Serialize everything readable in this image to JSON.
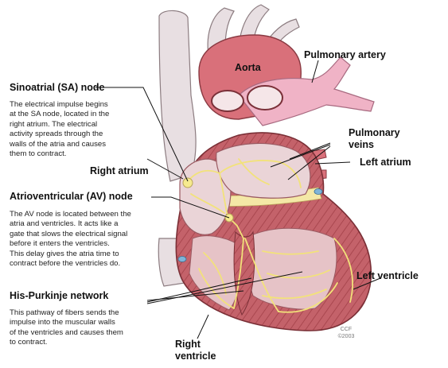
{
  "labels": {
    "aorta": "Aorta",
    "pulmonary_artery": "Pulmonary artery",
    "pulmonary_veins_line1": "Pulmonary",
    "pulmonary_veins_line2": "veins",
    "left_atrium": "Left atrium",
    "right_atrium": "Right atrium",
    "left_ventricle": "Left ventricle",
    "right_ventricle_line1": "Right",
    "right_ventricle_line2": "ventricle"
  },
  "callouts": {
    "sa_node": {
      "title": "Sinoatrial (SA) node",
      "body": "The electrical impulse begins\nat the SA node, located in the\nright atrium. The electrical\nactivity spreads through the\nwalls of the atria and causes\nthem to contract."
    },
    "av_node": {
      "title": "Atrioventricular (AV) node",
      "body": "The AV node is located between the\natria and ventricles. It acts like a\ngate that slows the electrical signal\nbefore it enters the ventricles.\nThis delay gives the atria time to\ncontract before the ventricles do."
    },
    "his_purkinje": {
      "title": "His-Purkinje network",
      "body": "This pathway of fibers sends the\nimpulse into the muscular walls\nof the ventricles and causes them\nto contract."
    }
  },
  "credit": {
    "line1": "CCF",
    "line2": "©2003"
  },
  "colors": {
    "muscle": "#c4626a",
    "muscle_dark": "#9a3c45",
    "chamber": "#e9cfd2",
    "vessel_pink": "#f0b3c6",
    "vena_cava": "#e8dfe2",
    "conduction": "#f2e27a",
    "fat": "#f4e8a6"
  }
}
